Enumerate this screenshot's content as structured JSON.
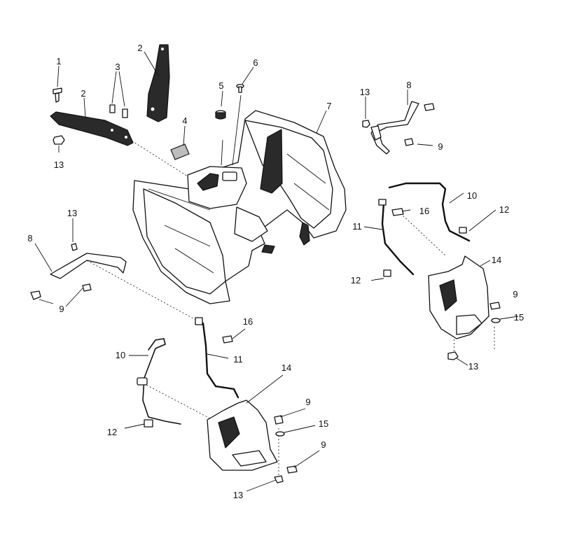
{
  "diagram": {
    "callouts": [
      {
        "id": "c1",
        "text": "1"
      },
      {
        "id": "c2a",
        "text": "2"
      },
      {
        "id": "c2b",
        "text": "2"
      },
      {
        "id": "c3",
        "text": "3"
      },
      {
        "id": "c4",
        "text": "4"
      },
      {
        "id": "c5",
        "text": "5"
      },
      {
        "id": "c6",
        "text": "6"
      },
      {
        "id": "c7",
        "text": "7"
      },
      {
        "id": "c8a",
        "text": "8"
      },
      {
        "id": "c8b",
        "text": "8"
      },
      {
        "id": "c9a",
        "text": "9"
      },
      {
        "id": "c9b",
        "text": "9"
      },
      {
        "id": "c9c",
        "text": "9"
      },
      {
        "id": "c9d",
        "text": "9"
      },
      {
        "id": "c9e",
        "text": "9"
      },
      {
        "id": "c10a",
        "text": "10"
      },
      {
        "id": "c10b",
        "text": "10"
      },
      {
        "id": "c11a",
        "text": "11"
      },
      {
        "id": "c11b",
        "text": "11"
      },
      {
        "id": "c12a",
        "text": "12"
      },
      {
        "id": "c12b",
        "text": "12"
      },
      {
        "id": "c12c",
        "text": "12"
      },
      {
        "id": "c13a",
        "text": "13"
      },
      {
        "id": "c13b",
        "text": "13"
      },
      {
        "id": "c13c",
        "text": "13"
      },
      {
        "id": "c13d",
        "text": "13"
      },
      {
        "id": "c13e",
        "text": "13"
      },
      {
        "id": "c14a",
        "text": "14"
      },
      {
        "id": "c14b",
        "text": "14"
      },
      {
        "id": "c15a",
        "text": "15"
      },
      {
        "id": "c15b",
        "text": "15"
      },
      {
        "id": "c16a",
        "text": "16"
      },
      {
        "id": "c16b",
        "text": "16"
      }
    ]
  }
}
